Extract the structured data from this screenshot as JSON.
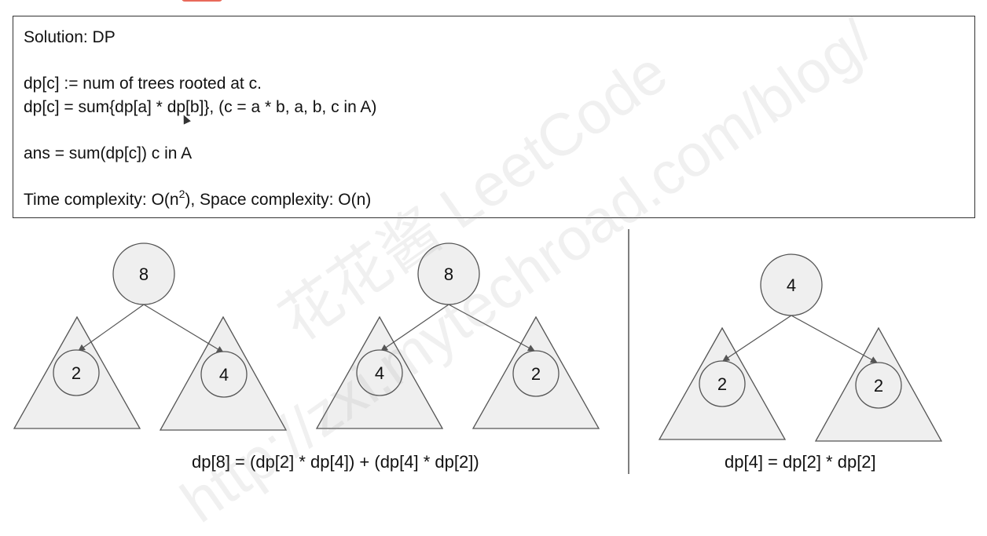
{
  "header": {
    "title": "Solution: DP",
    "definition": "dp[c] := num of trees rooted at c.",
    "recurrence": "dp[c] = sum{dp[a] * dp[b]}, (c = a * b, a, b, c in A)",
    "answer": "ans = sum(dp[c]) c in A",
    "complexity_prefix": "Time complexity: O(n",
    "complexity_exponent": "2",
    "complexity_suffix": "), Space complexity: O(n)"
  },
  "watermark": {
    "line1": "花花酱 LeetCode",
    "line2": "http://zxi.mytechroad.com/blog/"
  },
  "trees": {
    "tree1": {
      "root": "8",
      "left": "2",
      "right": "4"
    },
    "tree2": {
      "root": "8",
      "left": "4",
      "right": "2"
    },
    "tree3": {
      "root": "4",
      "left": "2",
      "right": "2"
    }
  },
  "captions": {
    "left": "dp[8] = (dp[2] * dp[4]) + (dp[4] * dp[2])",
    "right": "dp[4] = dp[2] * dp[2]"
  },
  "colors": {
    "node_fill": "#efefef",
    "stroke": "#555555",
    "border": "#333333"
  }
}
